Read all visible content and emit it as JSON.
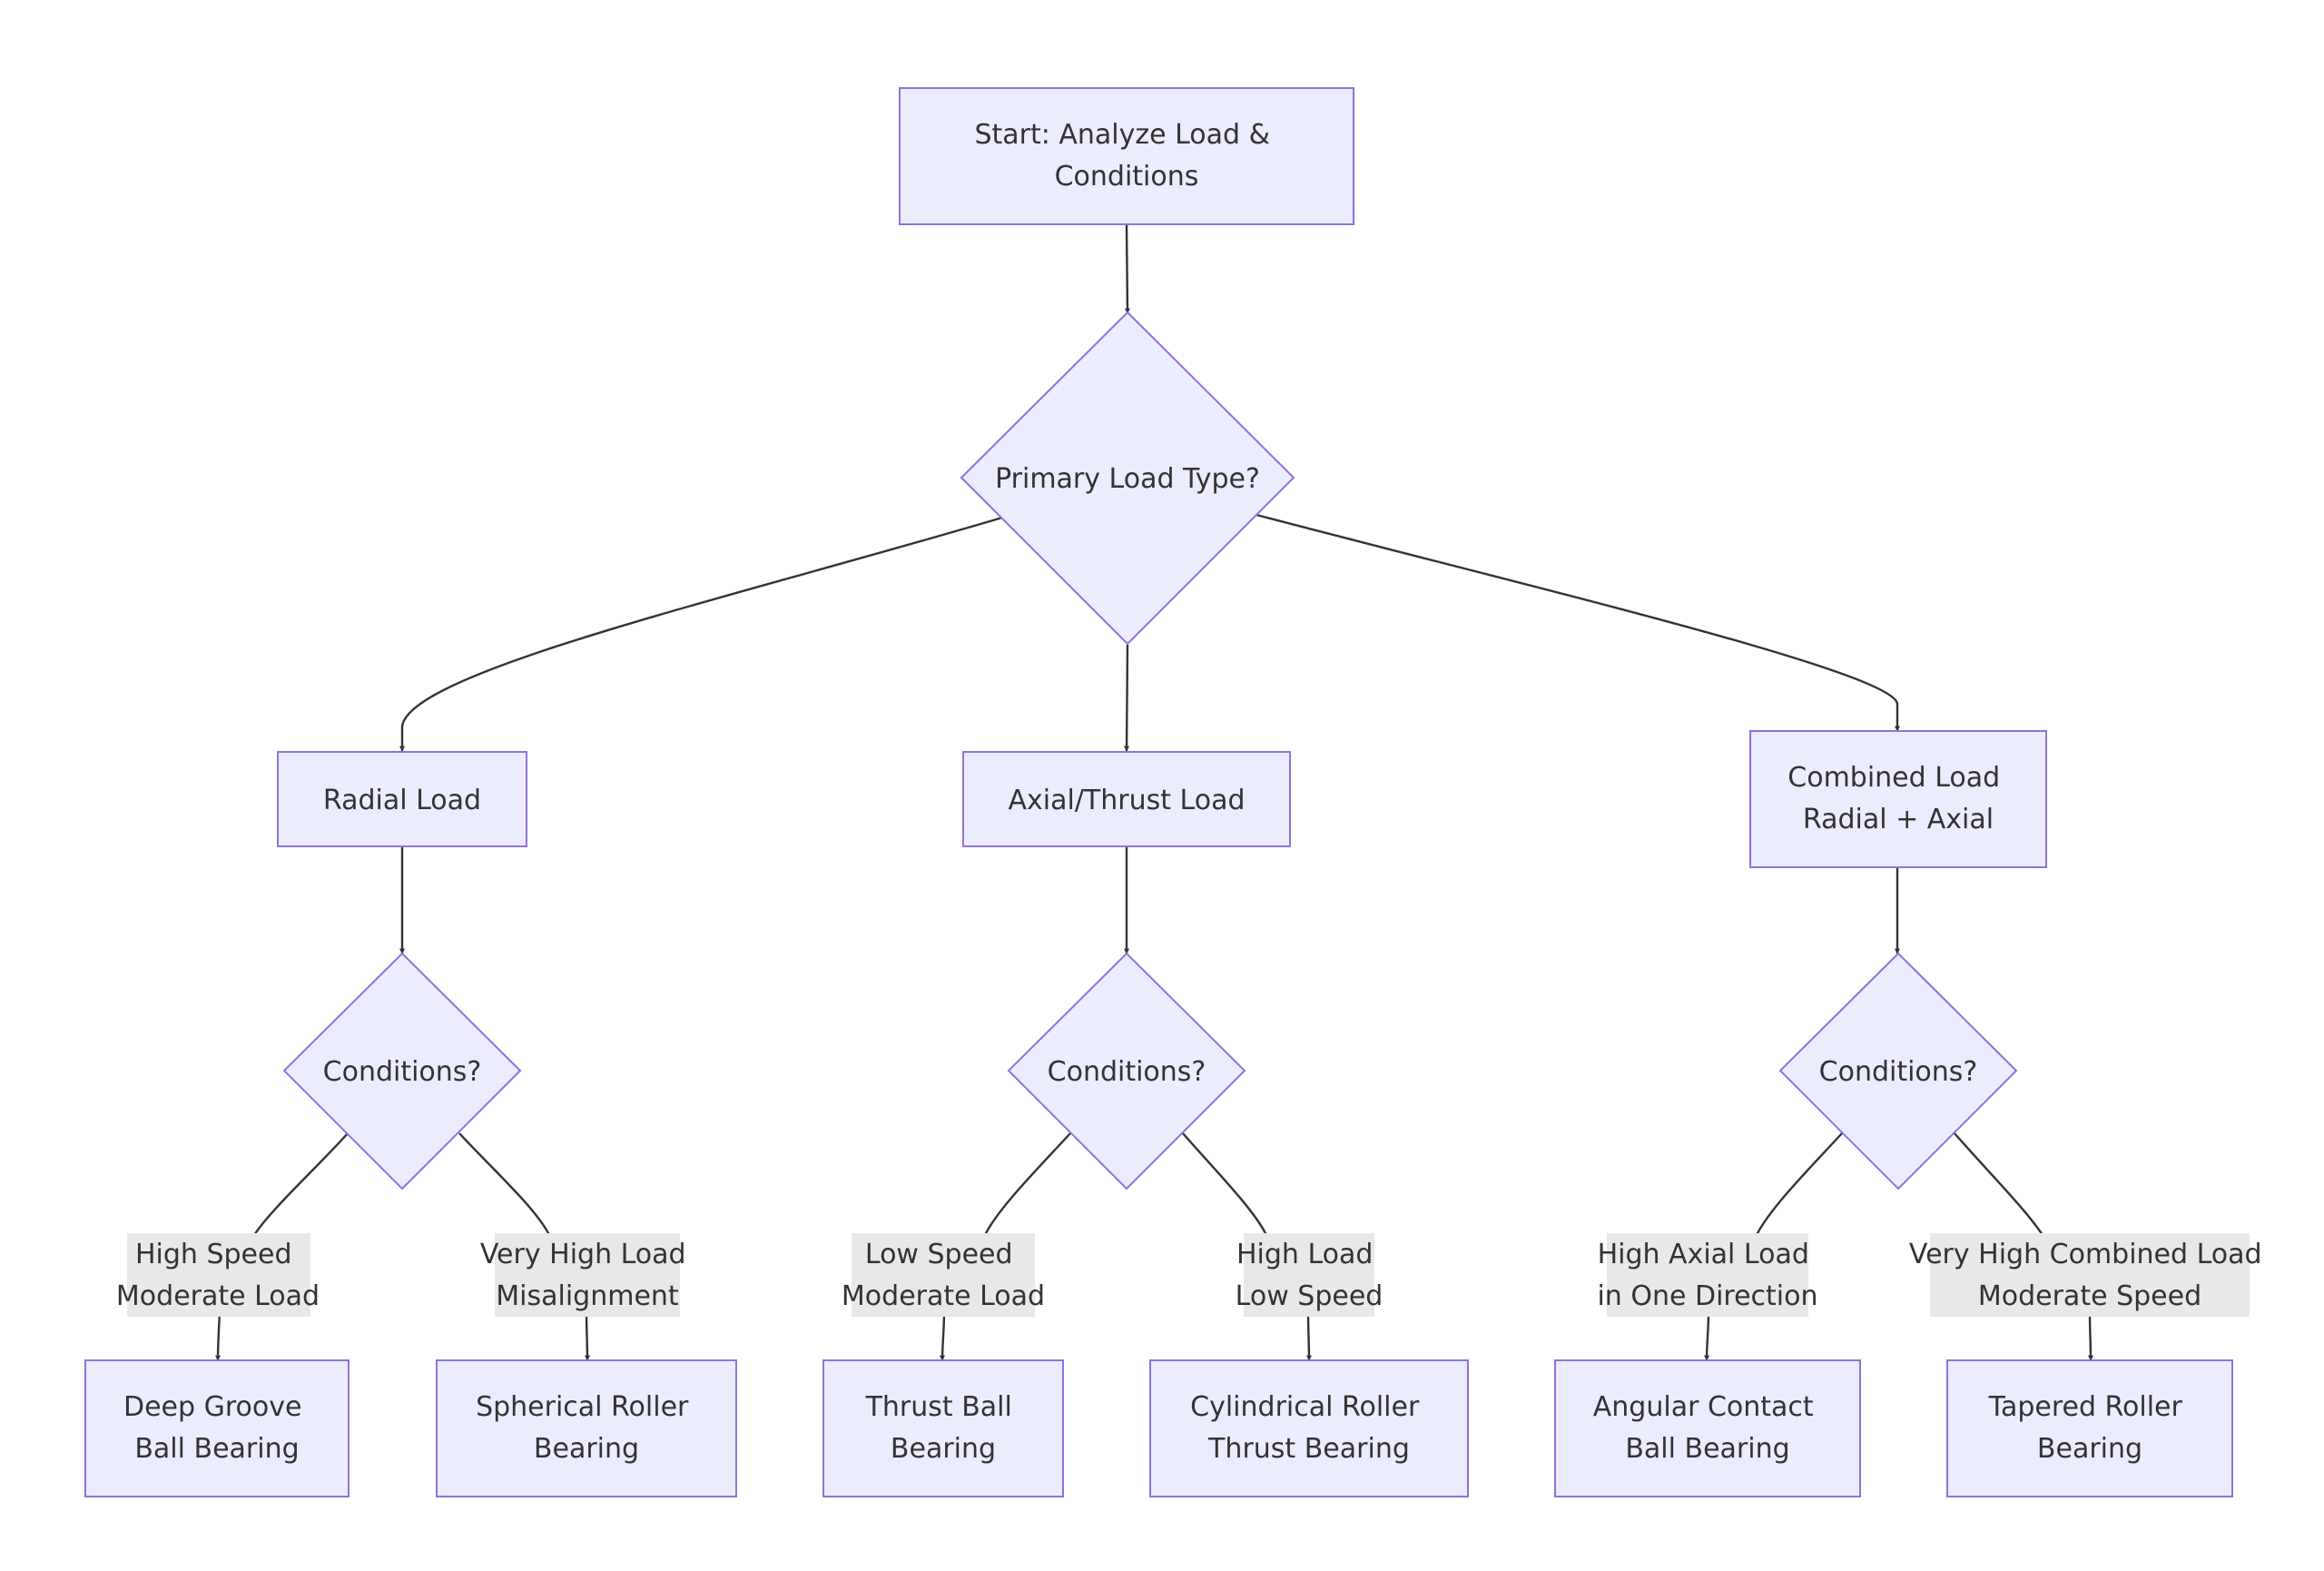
{
  "diagram": {
    "type": "flowchart",
    "nodes": {
      "start": "Start: Analyze Load &\nConditions",
      "primary": "Primary Load Type?",
      "radial": "Radial Load",
      "axial": "Axial/Thrust Load",
      "combined": "Combined Load\nRadial + Axial",
      "cond_radial": "Conditions?",
      "cond_axial": "Conditions?",
      "cond_combined": "Conditions?",
      "deep_groove": "Deep Groove\nBall Bearing",
      "spherical": "Spherical Roller\nBearing",
      "thrust_ball": "Thrust Ball\nBearing",
      "cyl_thrust": "Cylindrical Roller\nThrust Bearing",
      "angular": "Angular Contact\nBall Bearing",
      "tapered": "Tapered Roller\nBearing"
    },
    "edge_labels": {
      "high_speed": "High Speed\nModerate Load",
      "very_high_load": "Very High Load\nMisalignment",
      "low_speed": "Low Speed\nModerate Load",
      "high_load": "High Load\nLow Speed",
      "high_axial": "High Axial Load\nin One Direction",
      "very_high_combined": "Very High Combined Load\nModerate Speed"
    },
    "colors": {
      "node_fill": "#ECECFF",
      "node_stroke": "#9370DB",
      "edge": "#333333",
      "label_bg": "#E8E8E8",
      "text": "#333333"
    }
  }
}
